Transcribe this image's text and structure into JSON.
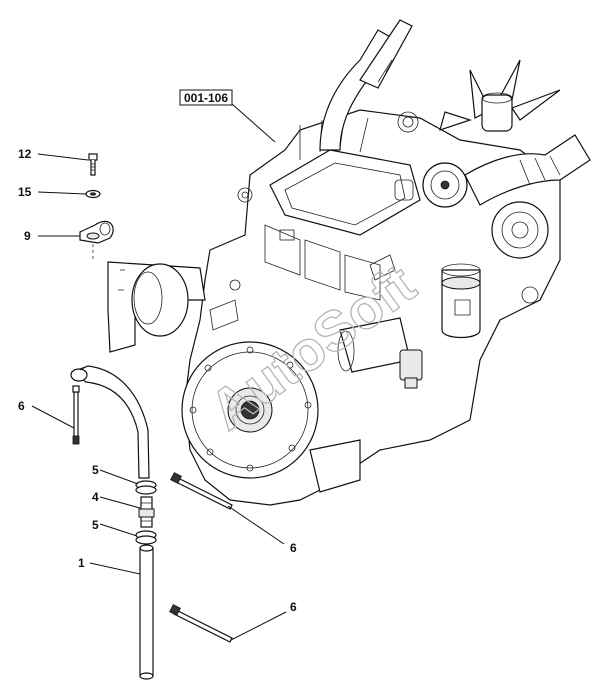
{
  "diagram": {
    "reference_box": "001-106",
    "watermark": "AutoSoft",
    "callouts": {
      "c12": "12",
      "c15": "15",
      "c9": "9",
      "c6a": "6",
      "c5a": "5",
      "c4": "4",
      "c5b": "5",
      "c1": "1",
      "c6b": "6",
      "c6c": "6"
    }
  }
}
